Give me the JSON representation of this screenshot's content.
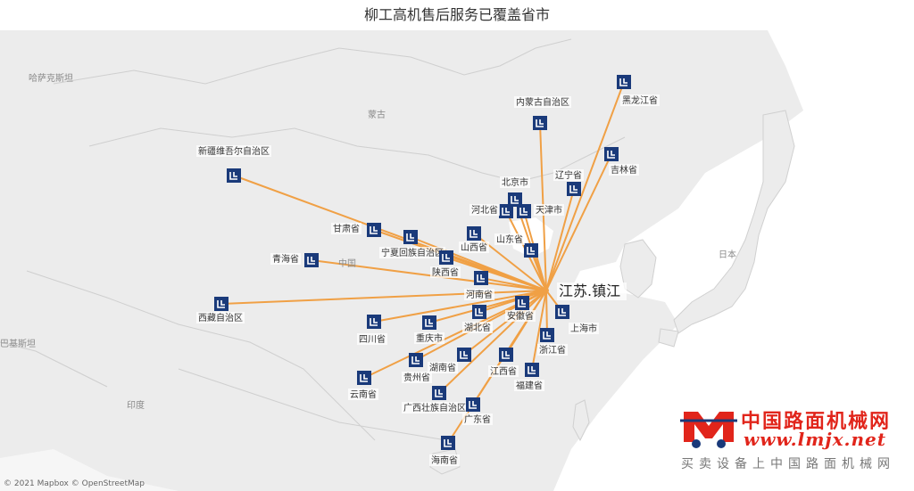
{
  "title": "柳工高机售后服务已覆盖省市",
  "hub": {
    "label": "江苏.镇江"
  },
  "geo_labels": [
    {
      "text": "哈萨克斯坦"
    },
    {
      "text": "蒙古"
    },
    {
      "text": "中国"
    },
    {
      "text": "日本"
    },
    {
      "text": "巴基斯坦"
    },
    {
      "text": "印度"
    }
  ],
  "provinces": [
    {
      "name": "黑龙江省"
    },
    {
      "name": "内蒙古自治区"
    },
    {
      "name": "吉林省"
    },
    {
      "name": "辽宁省"
    },
    {
      "name": "北京市"
    },
    {
      "name": "河北省"
    },
    {
      "name": "天津市"
    },
    {
      "name": "新疆维吾尔自治区"
    },
    {
      "name": "甘肃省"
    },
    {
      "name": "山西省"
    },
    {
      "name": "山东省"
    },
    {
      "name": "宁夏回族自治区"
    },
    {
      "name": "青海省"
    },
    {
      "name": "陕西省"
    },
    {
      "name": "河南省"
    },
    {
      "name": "西藏自治区"
    },
    {
      "name": "安徽省"
    },
    {
      "name": "上海市"
    },
    {
      "name": "四川省"
    },
    {
      "name": "重庆市"
    },
    {
      "name": "湖北省"
    },
    {
      "name": "浙江省"
    },
    {
      "name": "湖南省"
    },
    {
      "name": "江西省"
    },
    {
      "name": "福建省"
    },
    {
      "name": "贵州省"
    },
    {
      "name": "云南省"
    },
    {
      "name": "广西壮族自治区"
    },
    {
      "name": "广东省"
    },
    {
      "name": "海南省"
    }
  ],
  "colors": {
    "route": "#f0a045",
    "marker": "#1a3a7a",
    "sea": "#ffffff",
    "land": "#ececec"
  },
  "attribution": "© 2021 Mapbox © OpenStreetMap",
  "watermark": {
    "name_cn": "中国路面机械网",
    "url": "www.lmjx.net",
    "slogan": "买卖设备上中国路面机械网"
  }
}
